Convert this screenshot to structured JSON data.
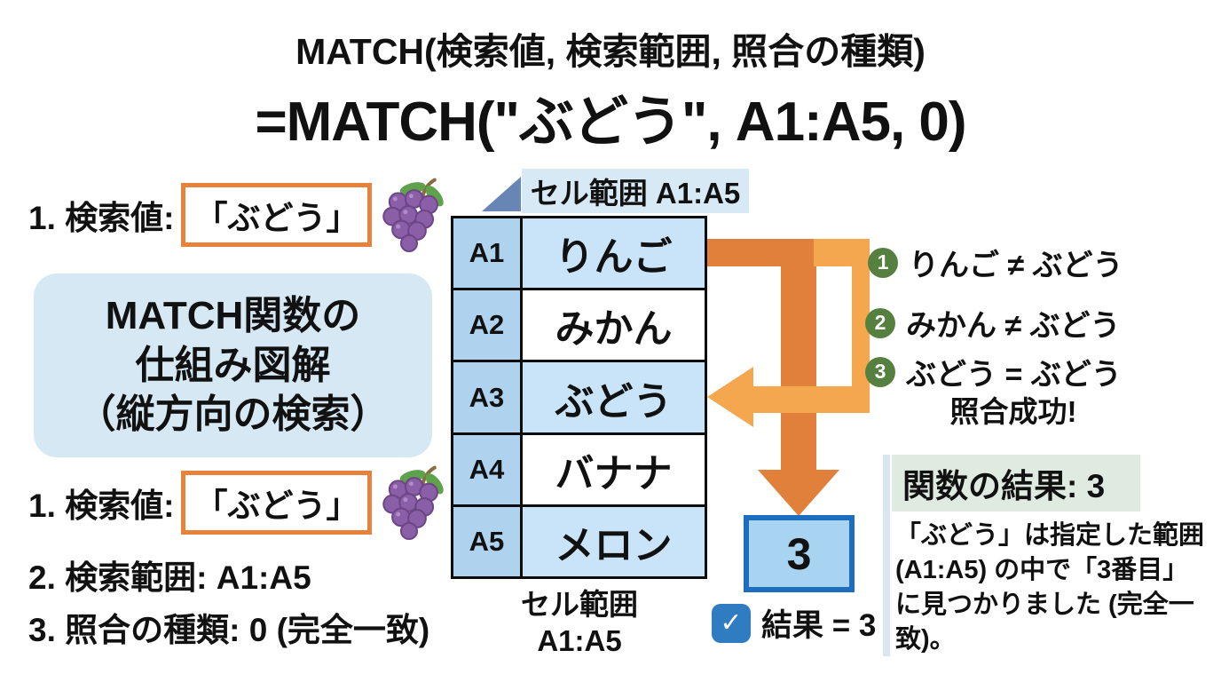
{
  "colors": {
    "dark-orange": "#e0803a",
    "light-orange": "#f4a74e",
    "table-blue": "#c9e4f8",
    "label-blue": "#afd3ee",
    "panel-blue": "#d6e8f4",
    "range-label-blue": "#d8e9f6",
    "triangle-blue": "#6786b5",
    "green-badge": "#55803f",
    "result-border": "#1d6ebe",
    "result-fill": "#a8d3f1",
    "check-blue": "#2f7cc0",
    "summary-header-bg": "#dfebe0",
    "summary-strip": "#d9e5ef",
    "box-border-orange": "#e8823b"
  },
  "title": {
    "line1": "MATCH(検索値, 検索範囲, 照合の種類)",
    "line2": "=MATCH(\"ぶどう\", A1:A5, 0)"
  },
  "left": {
    "arg1_label": "1. 検索値:",
    "arg1_value": "「ぶどう」",
    "info_line1": "MATCH関数の",
    "info_line2": "仕組み図解",
    "info_line3": "（縦方向の検索）",
    "arg2": "2. 検索範囲: A1:A5",
    "arg3": "3. 照合の種類: 0 (完全一致)"
  },
  "range": {
    "top_label": "セル範囲 A1:A5",
    "bottom_line1": "セル範囲",
    "bottom_line2": "A1:A5"
  },
  "table": {
    "rows": [
      {
        "cell": "A1",
        "value": "りんご"
      },
      {
        "cell": "A2",
        "value": "みかん"
      },
      {
        "cell": "A3",
        "value": "ぶどう"
      },
      {
        "cell": "A4",
        "value": "バナナ"
      },
      {
        "cell": "A5",
        "value": "メロン"
      }
    ]
  },
  "steps": [
    {
      "num": "1",
      "text": "りんご ≠ ぶどう"
    },
    {
      "num": "2",
      "text": "みかん ≠ ぶどう"
    },
    {
      "num": "3",
      "text": "ぶどう = ぶどう",
      "sub": "照合成功!"
    }
  ],
  "result": {
    "value": "3",
    "check_icon": "✓",
    "check_text": "結果 = 3"
  },
  "summary": {
    "title": "関数の結果: 3",
    "body": "「ぶどう」は指定した範囲 (A1:A5) の中で「3番目」に見つかりました (完全一致)。"
  },
  "icons": {
    "grape": "🍇",
    "check": "✓",
    "triangle": "◢"
  }
}
